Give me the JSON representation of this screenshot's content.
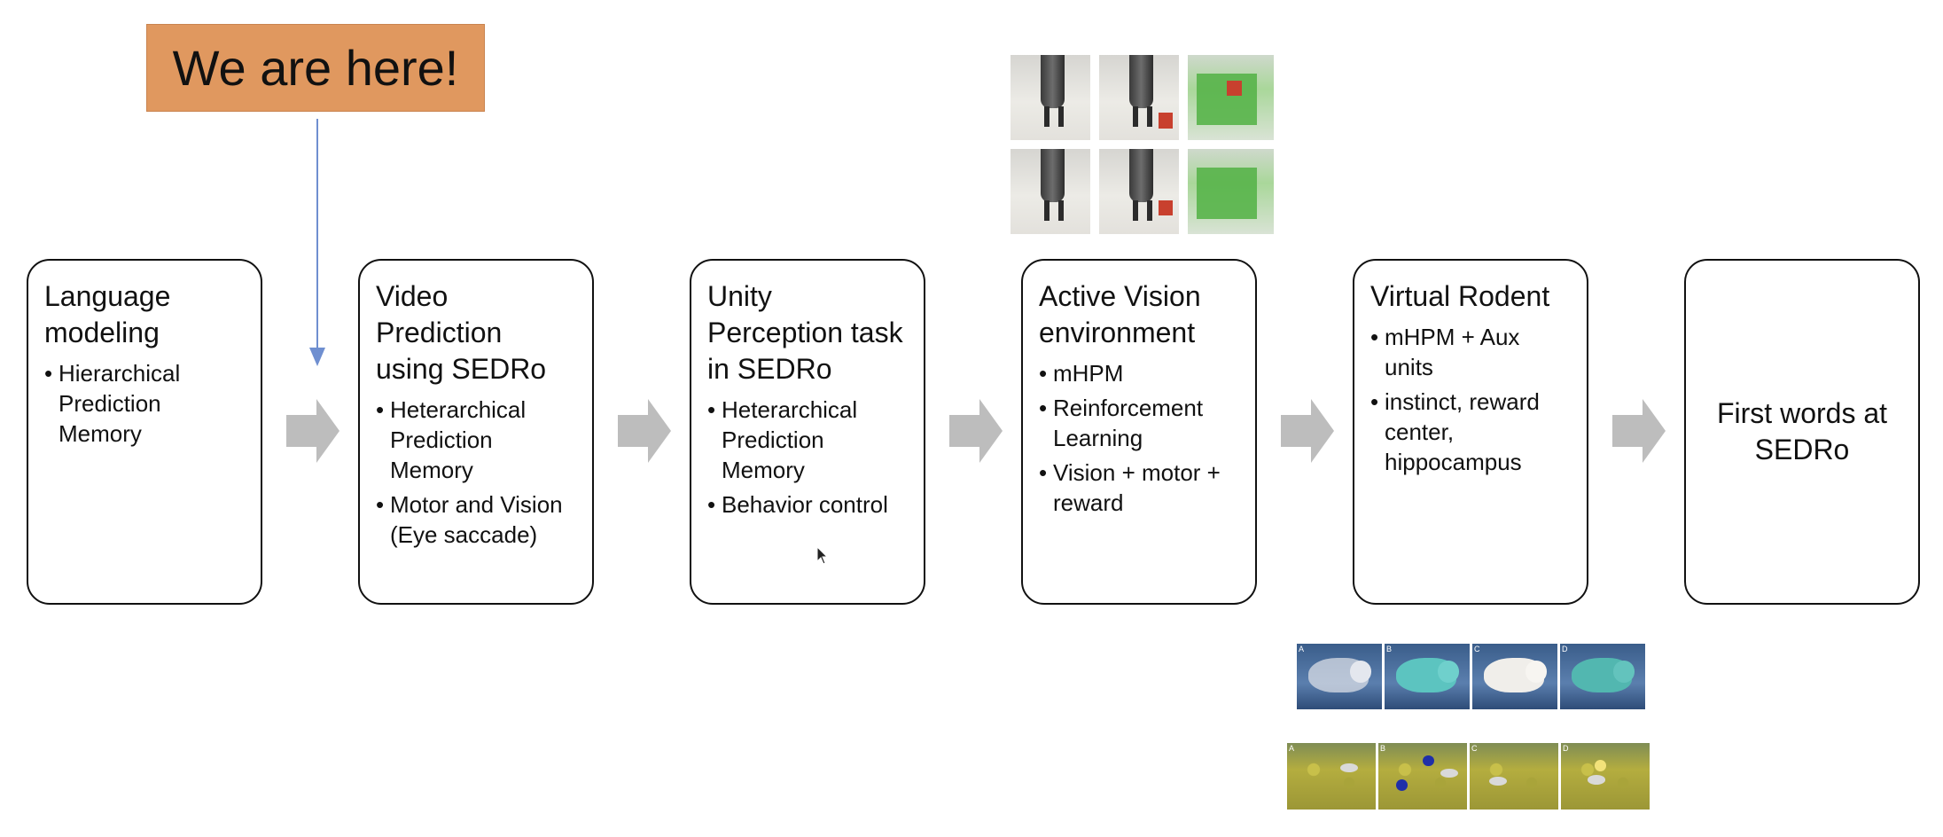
{
  "callout": {
    "text": "We are here!",
    "color": "#e0985f"
  },
  "pointer_color": "#6f8fd0",
  "arrow_color": "#bdbdbd",
  "stages": [
    {
      "title": "Language modeling",
      "bullets": [
        "Hierarchical Prediction Memory"
      ]
    },
    {
      "title": "Video Prediction using SEDRo",
      "bullets": [
        "Heterarchical Prediction Memory",
        "Motor and Vision (Eye saccade)"
      ]
    },
    {
      "title": "Unity Perception task in SEDRo",
      "bullets": [
        "Heterarchical Prediction Memory",
        "Behavior control"
      ]
    },
    {
      "title": "Active Vision environment",
      "bullets": [
        "mHPM",
        "Reinforcement Learning",
        "Vision + motor + reward"
      ]
    },
    {
      "title": "Virtual Rodent",
      "bullets": [
        "mHPM + Aux units",
        "instinct, reward center, hippocampus"
      ]
    },
    {
      "title": "First words at SEDRo",
      "bullets": []
    }
  ],
  "bullet_symbol": "•",
  "images": {
    "robot_arm_grid": "robot-arm-grasping-images",
    "rodent_model_row": "virtual-rodent-model-images",
    "rodent_arena_row": "virtual-rodent-arena-images"
  },
  "panel_letters": [
    "A",
    "B",
    "C",
    "D"
  ]
}
